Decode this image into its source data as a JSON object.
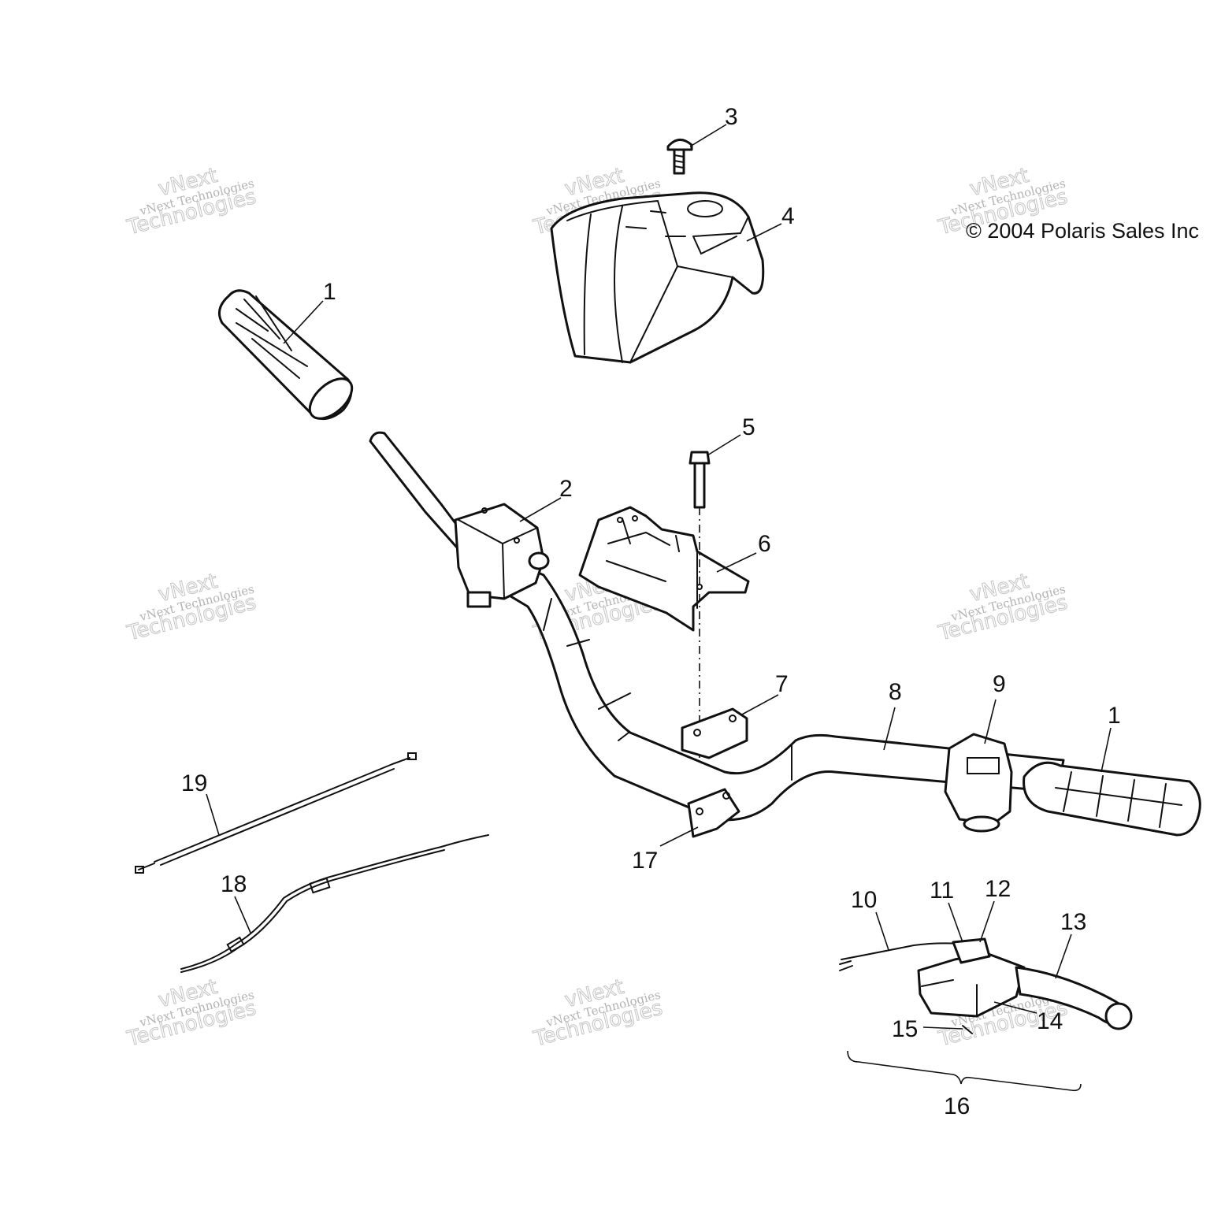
{
  "copyright": "© 2004 Polaris Sales Inc",
  "watermark": {
    "line1": "vNext Technologies",
    "line2": "vNext",
    "line3": "Technologies"
  },
  "callouts": {
    "grip_left": "1",
    "grip_right": "1",
    "throttle_housing": "2",
    "screw": "3",
    "headlight_pod": "4",
    "bolt": "5",
    "bracket": "6",
    "upper_clamp": "7",
    "handlebar": "8",
    "switch_housing": "9",
    "wire_harness": "10",
    "part_11": "11",
    "part_12": "12",
    "brake_lever": "13",
    "part_14": "14",
    "part_15": "15",
    "lever_assembly": "16",
    "lower_clamp": "17",
    "throttle_cable": "18",
    "brake_cable": "19"
  },
  "colors": {
    "ink": "#111111",
    "background": "#ffffff",
    "watermark": "#9a9a9a"
  }
}
